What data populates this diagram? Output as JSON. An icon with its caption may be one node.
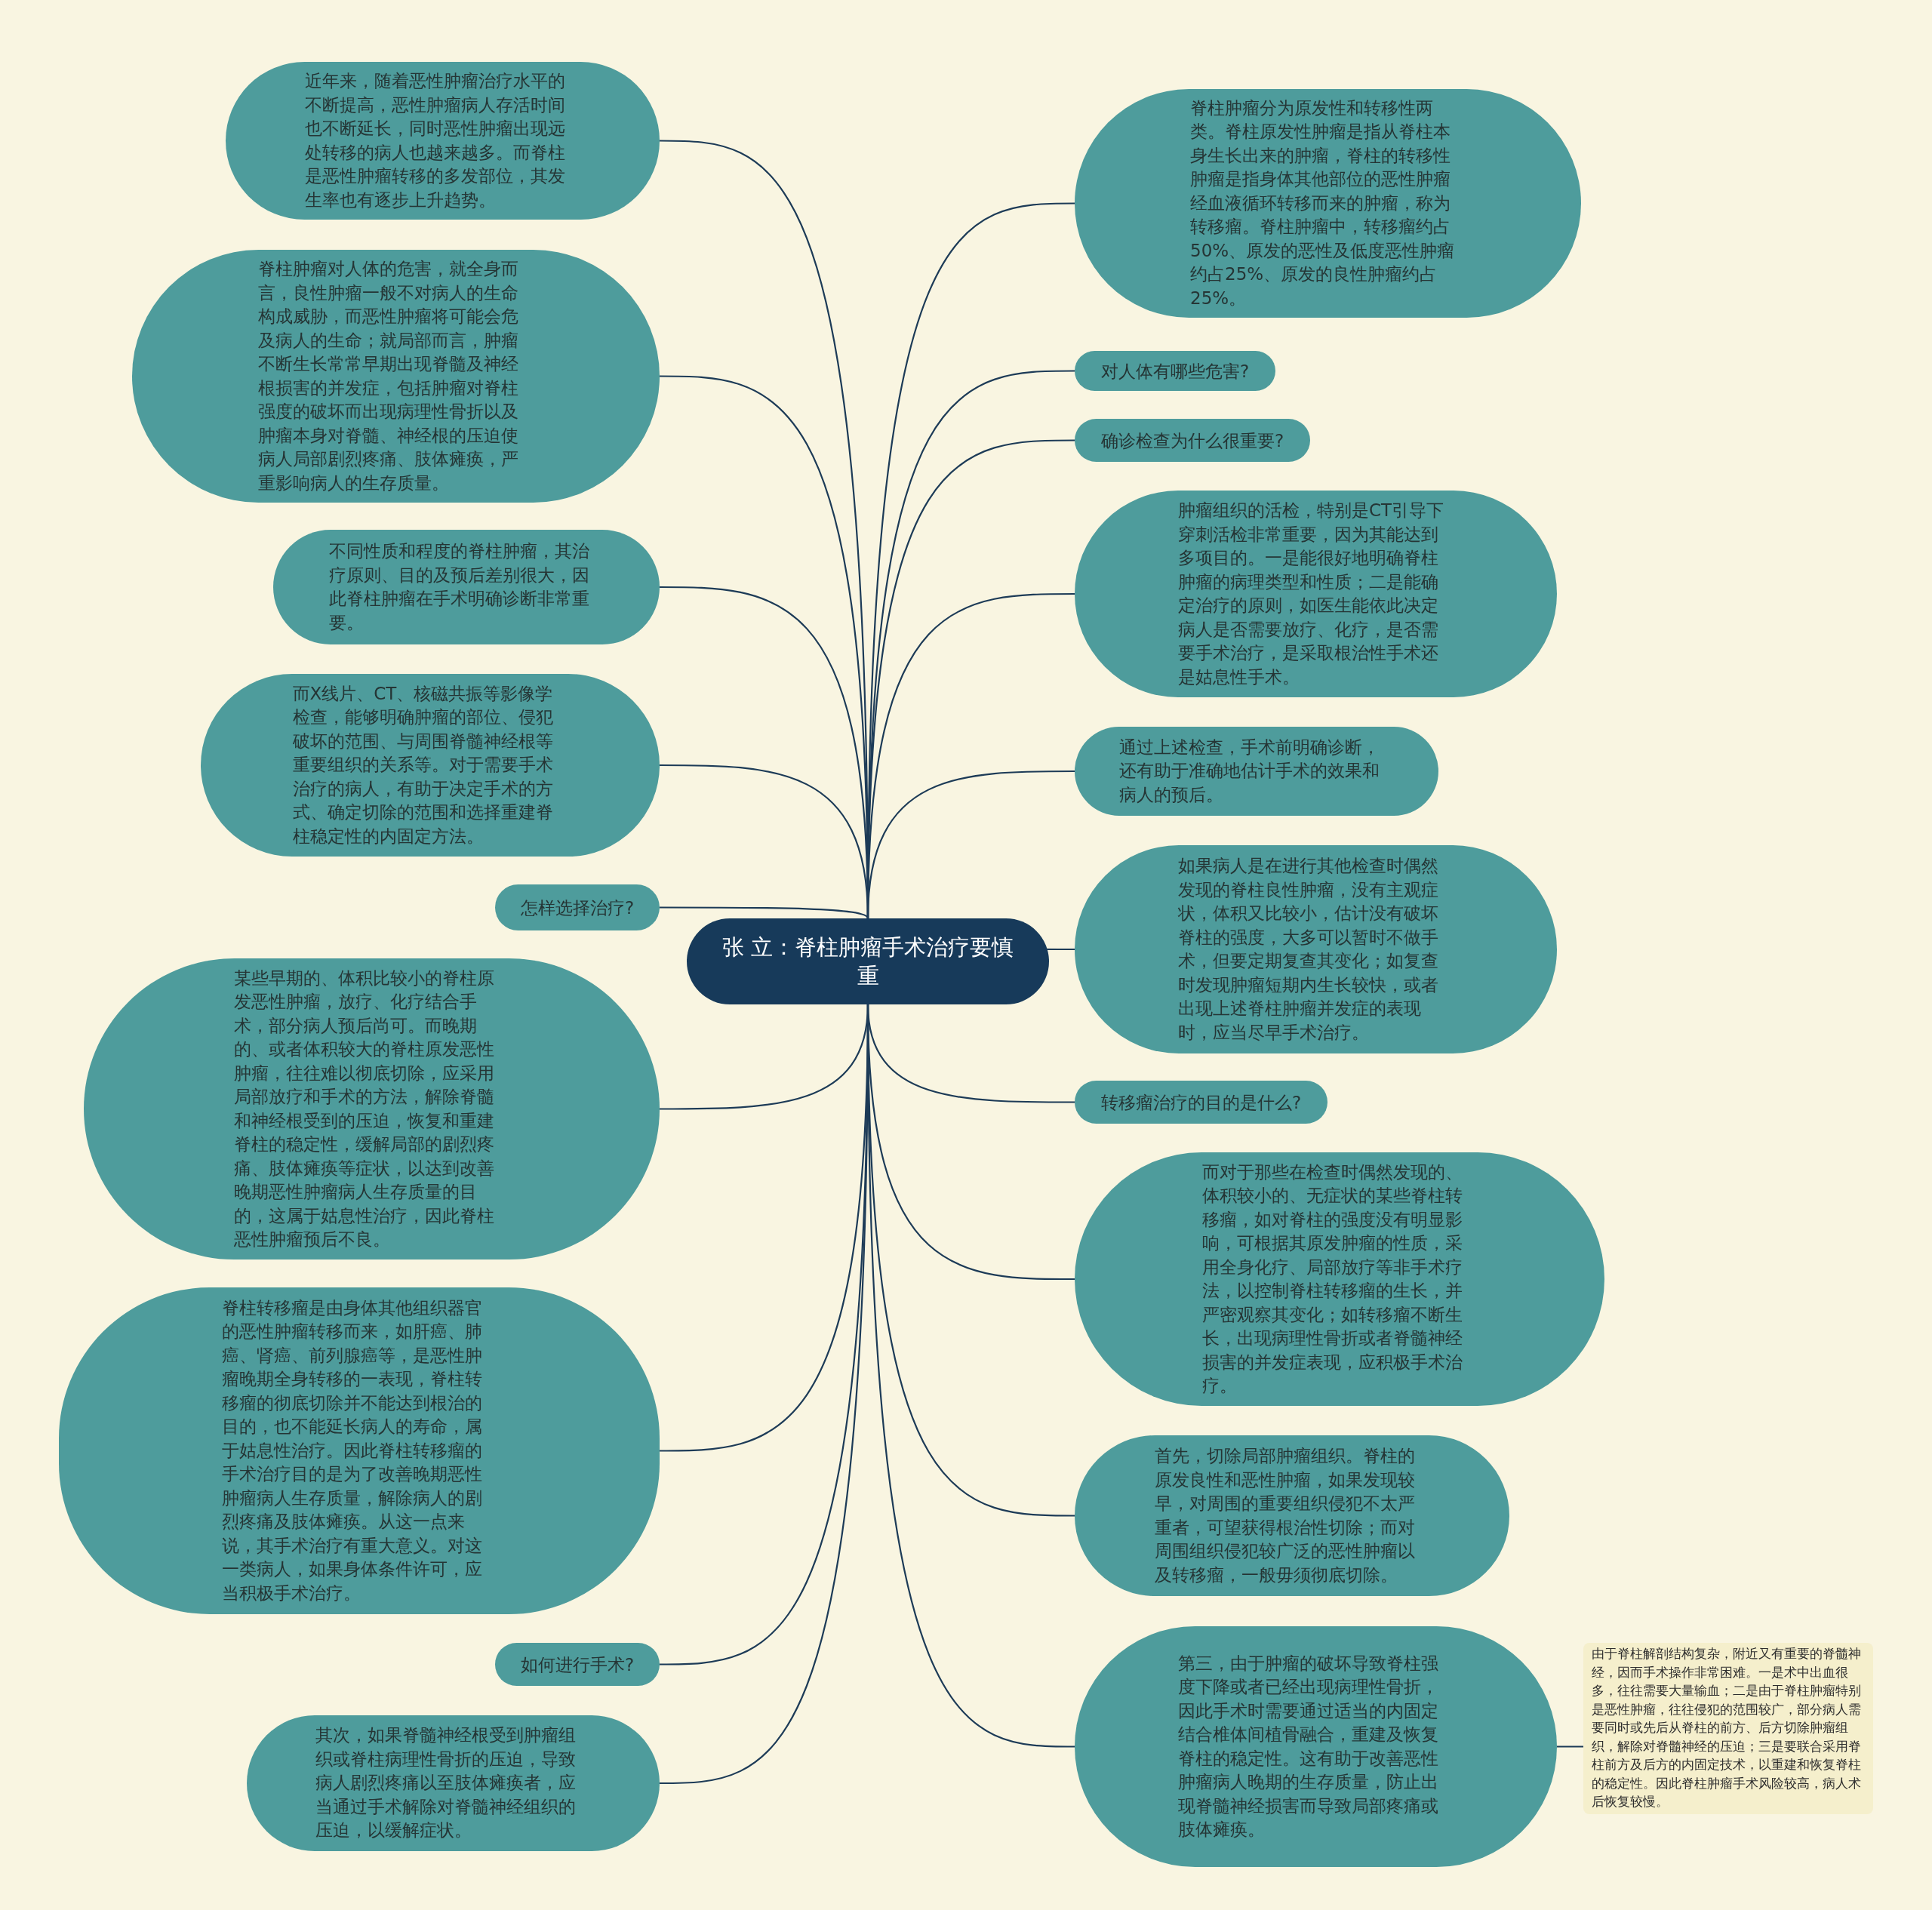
{
  "diagram": {
    "nodes": [
      {
        "text": [
          "张 立：脊柱肿瘤手术治疗要慎重"
        ]
      },
      {
        "text": [
          "近年来，随着恶性肿瘤治疗水平的不断提高，恶性肿瘤病人存活时间也不断延长，同时恶性肿瘤出现远处转移的病人也越来越多。而脊柱是恶性肿瘤转移的多发部位，其发生率也有逐步上升趋势。"
        ]
      },
      {
        "text": [
          "脊柱肿瘤对人体的危害，就全身而言，良性肿瘤一般不对病人的生命构成威胁，而恶性肿瘤将可能会危及病人的生命；就局部而言，肿瘤不断生长常常早期出现脊髓及神经根损害的并发症，包括肿瘤对脊柱强度的破坏而出现病理性骨折以及肿瘤本身对脊髓、神经根的压迫使病人局部剧烈疼痛、肢体瘫痪，严重影响病人的生存质量。"
        ]
      },
      {
        "text": [
          "不同性质和程度的脊柱肿瘤，其治疗原则、目的及预后差别很大，因此脊柱肿瘤在手术明确诊断非常重要。"
        ]
      },
      {
        "text": [
          "而X线片、CT、核磁共振等影像学检查，能够明确肿瘤的部位、侵犯破坏的范围、与周围脊髓神经根等重要组织的关系等。对于需要手术治疗的病人，有助于决定手术的方式、确定切除的范围和选择重建脊柱稳定性的内固定方法。"
        ]
      },
      {
        "text": [
          "怎样选择治疗?"
        ]
      },
      {
        "text": [
          "某些早期的、体积比较小的脊柱原发恶性肿瘤，放疗、化疗结合手术，部分病人预后尚可。而晚期的、或者体积较大的脊柱原发恶性肿瘤，往往难以彻底切除，应采用局部放疗和手术的方法，解除脊髓和神经根受到的压迫，恢复和重建脊柱的稳定性，缓解局部的剧烈疼痛、肢体瘫痪等症状，以达到改善晚期恶性肿瘤病人生存质量的目的，这属于姑息性治疗，因此脊柱恶性肿瘤预后不良。"
        ]
      },
      {
        "text": [
          "脊柱转移瘤是由身体其他组织器官的恶性肿瘤转移而来，如肝癌、肺癌、肾癌、前列腺癌等，是恶性肿瘤晚期全身转移的一表现，脊柱转移瘤的彻底切除并不能达到根治的目的，也不能延长病人的寿命，属于姑息性治疗。因此脊柱转移瘤的手术治疗目的是为了改善晚期恶性肿瘤病人生存质量，解除病人的剧烈疼痛及肢体瘫痪。从这一点来说，其手术治疗有重大意义。对这一类病人，如果身体条件许可，应当积极手术治疗。"
        ]
      },
      {
        "text": [
          "如何进行手术?"
        ]
      },
      {
        "text": [
          "其次，如果脊髓神经根受到肿瘤组织或脊柱病理性骨折的压迫，导致病人剧烈疼痛以至肢体瘫痪者，应当通过手术解除对脊髓神经组织的压迫，以缓解症状。"
        ]
      },
      {
        "text": [
          "脊柱肿瘤分为原发性和转移性两类。脊柱原发性肿瘤是指从脊柱本身生长出来的肿瘤，脊柱的转移性肿瘤是指身体其他部位的恶性肿瘤经血液循环转移而来的肿瘤，称为转移瘤。脊柱肿瘤中，转移瘤约占50%、原发的恶性及低度恶性肿瘤约占25%、原发的良性肿瘤约占25%。"
        ]
      },
      {
        "text": [
          "对人体有哪些危害?"
        ]
      },
      {
        "text": [
          "确诊检查为什么很重要?"
        ]
      },
      {
        "text": [
          "肿瘤组织的活检，特别是CT引导下穿刺活检非常重要，因为其能达到多项目的。一是能很好地明确脊柱肿瘤的病理类型和性质；二是能确定治疗的原则，如医生能依此决定病人是否需要放疗、化疗，是否需要手术治疗，是采取根治性手术还是姑息性手术。"
        ]
      },
      {
        "text": [
          "通过上述检查，手术前明确诊断，还有助于准确地估计手术的效果和病人的预后。"
        ]
      },
      {
        "text": [
          "如果病人是在进行其他检查时偶然发现的脊柱良性肿瘤，没有主观症状，体积又比较小，估计没有破坏脊柱的强度，大多可以暂时不做手术，但要定期复查其变化；如复查时发现肿瘤短期内生长较快，或者出现上述脊柱肿瘤并发症的表现时，应当尽早手术治疗。"
        ]
      },
      {
        "text": [
          "转移瘤治疗的目的是什么?"
        ]
      },
      {
        "text": [
          "而对于那些在检查时偶然发现的、体积较小的、无症状的某些脊柱转移瘤，如对脊柱的强度没有明显影响，可根据其原发肿瘤的性质，采用全身化疗、局部放疗等非手术疗法，以控制脊柱转移瘤的生长，并严密观察其变化；如转移瘤不断生长，出现病理性骨折或者脊髓神经损害的并发症表现，应积极手术治疗。"
        ]
      },
      {
        "text": [
          "首先，切除局部肿瘤组织。脊柱的原发良性和恶性肿瘤，如果发现较早，对周围的重要组织侵犯不太严重者，可望获得根治性切除；而对周围组织侵犯较广泛的恶性肿瘤以及转移瘤，一般毋须彻底切除。"
        ]
      },
      {
        "text": [
          "第三，由于肿瘤的破坏导致脊柱强度下降或者已经出现病理性骨折，因此手术时需要通过适当的内固定结合椎体间植骨融合，重建及恢复脊柱的稳定性。这有助于改善恶性肿瘤病人晚期的生存质量，防止出现脊髓神经损害而导致局部疼痛或肢体瘫痪。"
        ]
      },
      {
        "text": [
          "由于脊柱解剖结构复杂，附近又有重要的脊髓神经，因而手术操作非常困难。一是术中出血很多，往往需要大量输血；二是由于脊柱肿瘤特别是恶性肿瘤，往往侵犯的范围较广，部分病人需要同时或先后从脊柱的前方、后方切除肿瘤组织，解除对脊髓神经的压迫；三是要联合采用脊柱前方及后方的内固定技术，以重建和恢复脊柱的稳定性。因此脊柱肿瘤手术风险较高，病人术后恢复较慢。"
        ]
      }
    ],
    "edges": [
      {
        "from": 0,
        "to": 1,
        "arrow": "none"
      },
      {
        "from": 0,
        "to": 2,
        "arrow": "none"
      },
      {
        "from": 0,
        "to": 3,
        "arrow": "none"
      },
      {
        "from": 0,
        "to": 4,
        "arrow": "none"
      },
      {
        "from": 0,
        "to": 5,
        "arrow": "none"
      },
      {
        "from": 0,
        "to": 6,
        "arrow": "none"
      },
      {
        "from": 0,
        "to": 7,
        "arrow": "none"
      },
      {
        "from": 0,
        "to": 8,
        "arrow": "none"
      },
      {
        "from": 0,
        "to": 9,
        "arrow": "none"
      },
      {
        "from": 0,
        "to": 10,
        "arrow": "none"
      },
      {
        "from": 0,
        "to": 11,
        "arrow": "none"
      },
      {
        "from": 0,
        "to": 12,
        "arrow": "none"
      },
      {
        "from": 0,
        "to": 13,
        "arrow": "none"
      },
      {
        "from": 0,
        "to": 14,
        "arrow": "none"
      },
      {
        "from": 0,
        "to": 15,
        "arrow": "none"
      },
      {
        "from": 0,
        "to": 16,
        "arrow": "none"
      },
      {
        "from": 0,
        "to": 17,
        "arrow": "none"
      },
      {
        "from": 0,
        "to": 18,
        "arrow": "none"
      },
      {
        "from": 0,
        "to": 19,
        "arrow": "none"
      },
      {
        "from": 19,
        "to": 20,
        "arrow": "none"
      }
    ]
  }
}
